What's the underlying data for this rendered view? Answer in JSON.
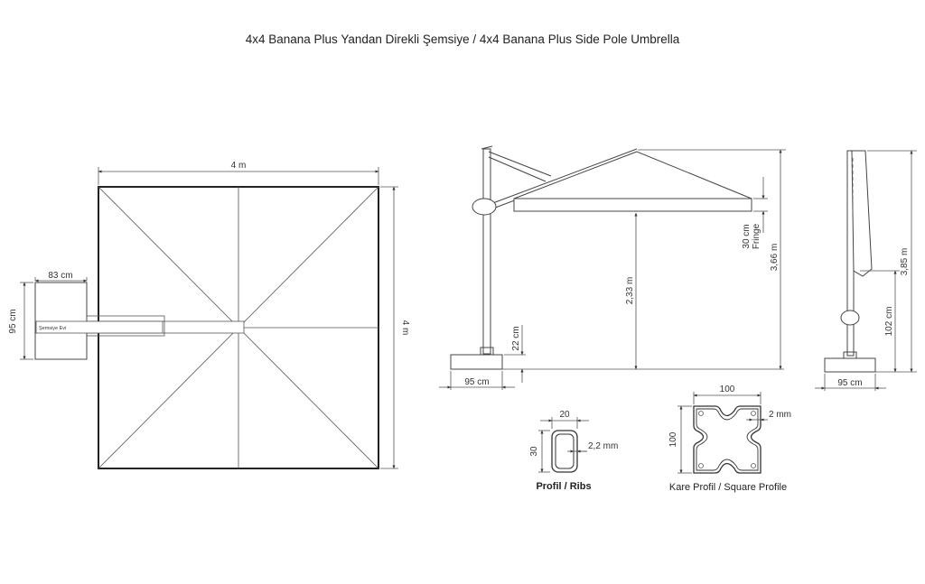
{
  "title": "4x4 Banana Plus Yandan Direkli Şemsiye / 4x4 Banana Plus Side Pole Umbrella",
  "top_view": {
    "width_label": "4 m",
    "height_label": "4 m",
    "base_width_label": "83 cm",
    "base_depth_label": "95 cm",
    "base_logo_text": "Şemsiye Evi"
  },
  "side_view": {
    "fringe_value": "30 cm",
    "fringe_word": "Fringe",
    "clearance_label": "2,33 m",
    "total_height_label": "3,66 m",
    "base_height_label": "22 cm",
    "base_width_label": "95 cm"
  },
  "front_view": {
    "total_height_label": "3,85 m",
    "arm_height_label": "102 cm",
    "base_width_label": "95 cm"
  },
  "rib_profile": {
    "width_label": "20",
    "height_label": "30",
    "thickness_label": "2,2 mm",
    "caption": "Profil / Ribs"
  },
  "square_profile": {
    "width_label": "100",
    "height_label": "100",
    "thickness_label": "2 mm",
    "caption": "Kare Profil / Square Profile"
  }
}
